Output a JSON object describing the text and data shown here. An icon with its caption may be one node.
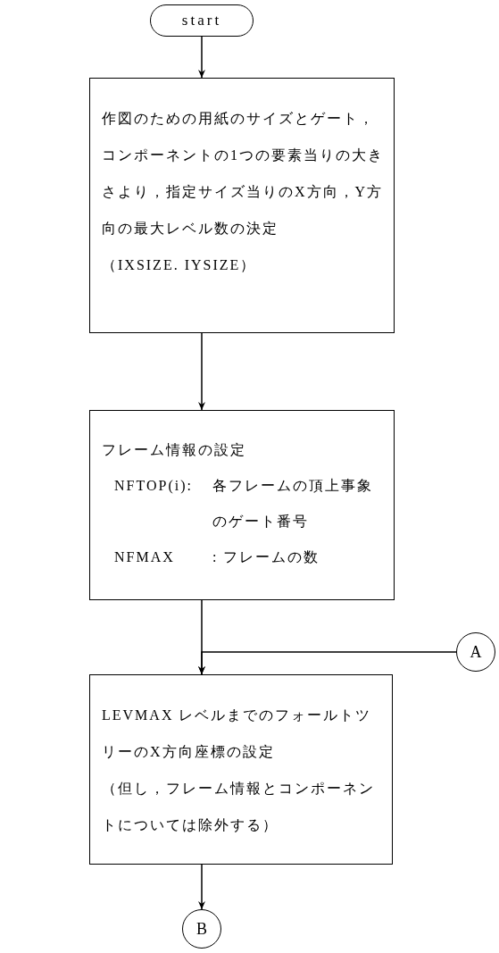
{
  "diagram": {
    "nodes": [
      {
        "text": [
          "start"
        ]
      },
      {
        "text": [
          "作図のための用紙のサイズとゲート，コンポーネントの1つの要素当りの大きさより，指定サイズ当りのX方向，Y方向の最大レベル数の決定",
          "（IXSIZE. IYSIZE）"
        ]
      },
      {
        "text": [
          "フレーム情報の設定",
          "NFTOP(i):",
          "各フレームの頂上事象のゲート番号",
          "NFMAX",
          ": フレームの数"
        ]
      },
      {
        "text": [
          "A"
        ]
      },
      {
        "text": [
          "LEVMAX レベルまでのフォールトツリーのX方向座標の設定",
          "（但し，フレーム情報とコンポーネントについては除外する）"
        ]
      },
      {
        "text": [
          "B"
        ]
      }
    ],
    "edges": [
      {
        "from": 0,
        "to": 1,
        "arrow": "to"
      },
      {
        "from": 1,
        "to": 2,
        "arrow": "to"
      },
      {
        "from": 2,
        "to": 4,
        "arrow": "to"
      },
      {
        "from": 3,
        "to": 4,
        "arrow": "to"
      },
      {
        "from": 4,
        "to": 5,
        "arrow": "to"
      }
    ]
  }
}
